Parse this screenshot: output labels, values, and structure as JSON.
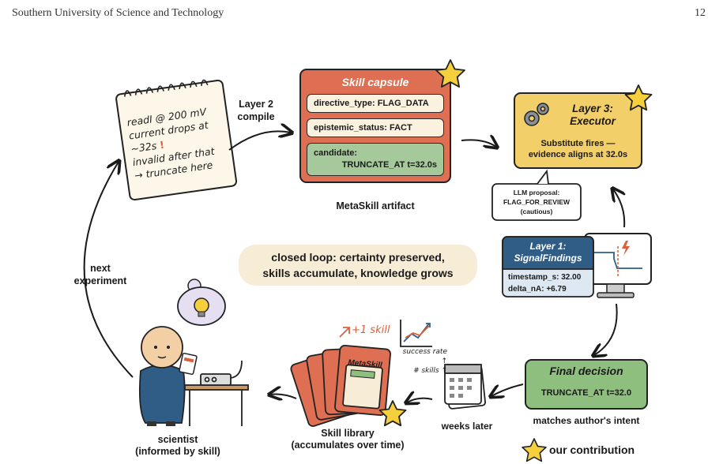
{
  "header": {
    "institution": "Southern University of Science and Technology",
    "page_number": "12"
  },
  "notebook": {
    "lines": [
      "readI @ 200 mV",
      "current drops at",
      "~32s",
      "invalid after that",
      "→ truncate here"
    ]
  },
  "layer2": {
    "line1": "Layer 2",
    "line2": "compile"
  },
  "capsule": {
    "title": "Skill capsule",
    "directive": "directive_type: FLAG_DATA",
    "epistemic": "epistemic_status: FACT",
    "candidate_label": "candidate:",
    "candidate_value": "TRUNCATE_AT t=32.0s",
    "caption": "MetaSkill artifact"
  },
  "executor": {
    "title1": "Layer 3:",
    "title2": "Executor",
    "body1": "Substitute fires —",
    "body2": "evidence aligns at 32.0s"
  },
  "llm_bubble": {
    "line1": "LLM proposal:",
    "line2": "FLAG_FOR_REVIEW",
    "line3": "(cautious)"
  },
  "signal": {
    "title1": "Layer 1:",
    "title2": "SignalFindings",
    "field1": "timestamp_s: 32.00",
    "field2": "delta_nA: +6.79"
  },
  "closed_loop": {
    "line1": "closed loop: certainty preserved,",
    "line2": "skills accumulate, knowledge grows"
  },
  "next_experiment": {
    "line1": "next",
    "line2": "experiment"
  },
  "final": {
    "title": "Final decision",
    "value": "TRUNCATE_AT t=32.0",
    "caption": "matches author's intent"
  },
  "weeks_later": "weeks later",
  "library": {
    "card_label": "MetaSkill",
    "plus_skill": "+1 skill",
    "success_rate": "success rate ↑",
    "num_skills": "# skills ↑",
    "caption1": "Skill library",
    "caption2": "(accumulates over time)"
  },
  "scientist": {
    "caption1": "scientist",
    "caption2": "(informed by skill)"
  },
  "legend": {
    "label": "our contribution"
  },
  "colors": {
    "capsule_red": "#de6f52",
    "field_cream": "#fbf1df",
    "candidate_green": "#a6c99c",
    "executor_yellow": "#f3cf6a",
    "signal_blue": "#2f5d86",
    "signal_light": "#dde8f2",
    "final_green": "#8fbf7f",
    "star_yellow": "#f6cf3c",
    "banner_cream": "#f7edd6",
    "accent_orange": "#d9603b"
  }
}
